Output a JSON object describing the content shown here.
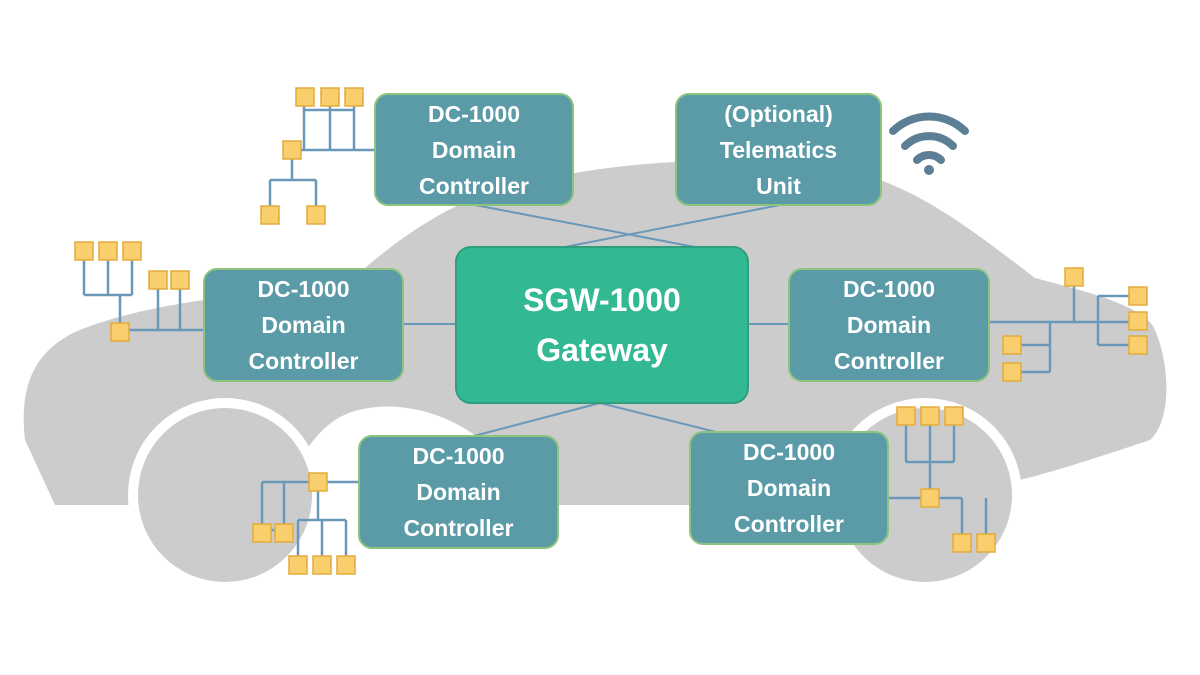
{
  "gateway": {
    "line1": "SGW-1000",
    "line2": "Gateway"
  },
  "controllers": [
    {
      "line1": "DC-1000",
      "line2": "Domain",
      "line3": "Controller"
    },
    {
      "line1": "(Optional)",
      "line2": "Telematics",
      "line3": "Unit"
    },
    {
      "line1": "DC-1000",
      "line2": "Domain",
      "line3": "Controller"
    },
    {
      "line1": "DC-1000",
      "line2": "Domain",
      "line3": "Controller"
    },
    {
      "line1": "DC-1000",
      "line2": "Domain",
      "line3": "Controller"
    },
    {
      "line1": "DC-1000",
      "line2": "Domain",
      "line3": "Controller"
    }
  ],
  "icons": {
    "wireless": "wifi-icon",
    "node": "ecu-node-icon",
    "background": "car-silhouette"
  },
  "colors": {
    "car": "#cccccc",
    "controller_fill": "#5b9ba8",
    "controller_border": "#8cc47e",
    "gateway_fill": "#33b894",
    "link_line": "#6a98b8",
    "node_fill": "#f8cf6c",
    "node_border": "#e3ab3b",
    "wifi": "#5d7f96"
  }
}
